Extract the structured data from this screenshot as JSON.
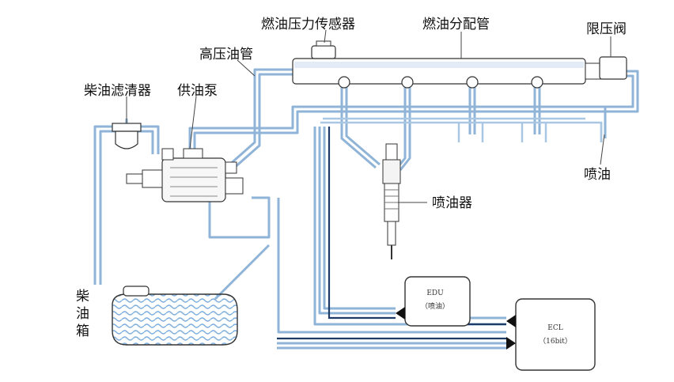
{
  "labels": {
    "pressure_sensor": "燃油压力传感器",
    "fuel_rail": "燃油分配管",
    "pressure_limiter": "限压阀",
    "hp_pipe": "高压油管",
    "diesel_filter": "柴油滤清器",
    "supply_pump": "供油泵",
    "injection": "喷油",
    "injector": "喷油器",
    "tank_line1": "柴",
    "tank_line2": "油",
    "tank_line3": "箱"
  },
  "edu": {
    "title": "EDU",
    "subtitle": "（喷油）"
  },
  "ecu": {
    "title": "ECL",
    "subtitle": "（16bit）"
  },
  "colors": {
    "pipe": "#8fb4d8",
    "pipe_dark": "#1d3b66",
    "fuel": "#7fb0dd",
    "part_fill": "#ffffff",
    "part_stroke": "#333333"
  }
}
